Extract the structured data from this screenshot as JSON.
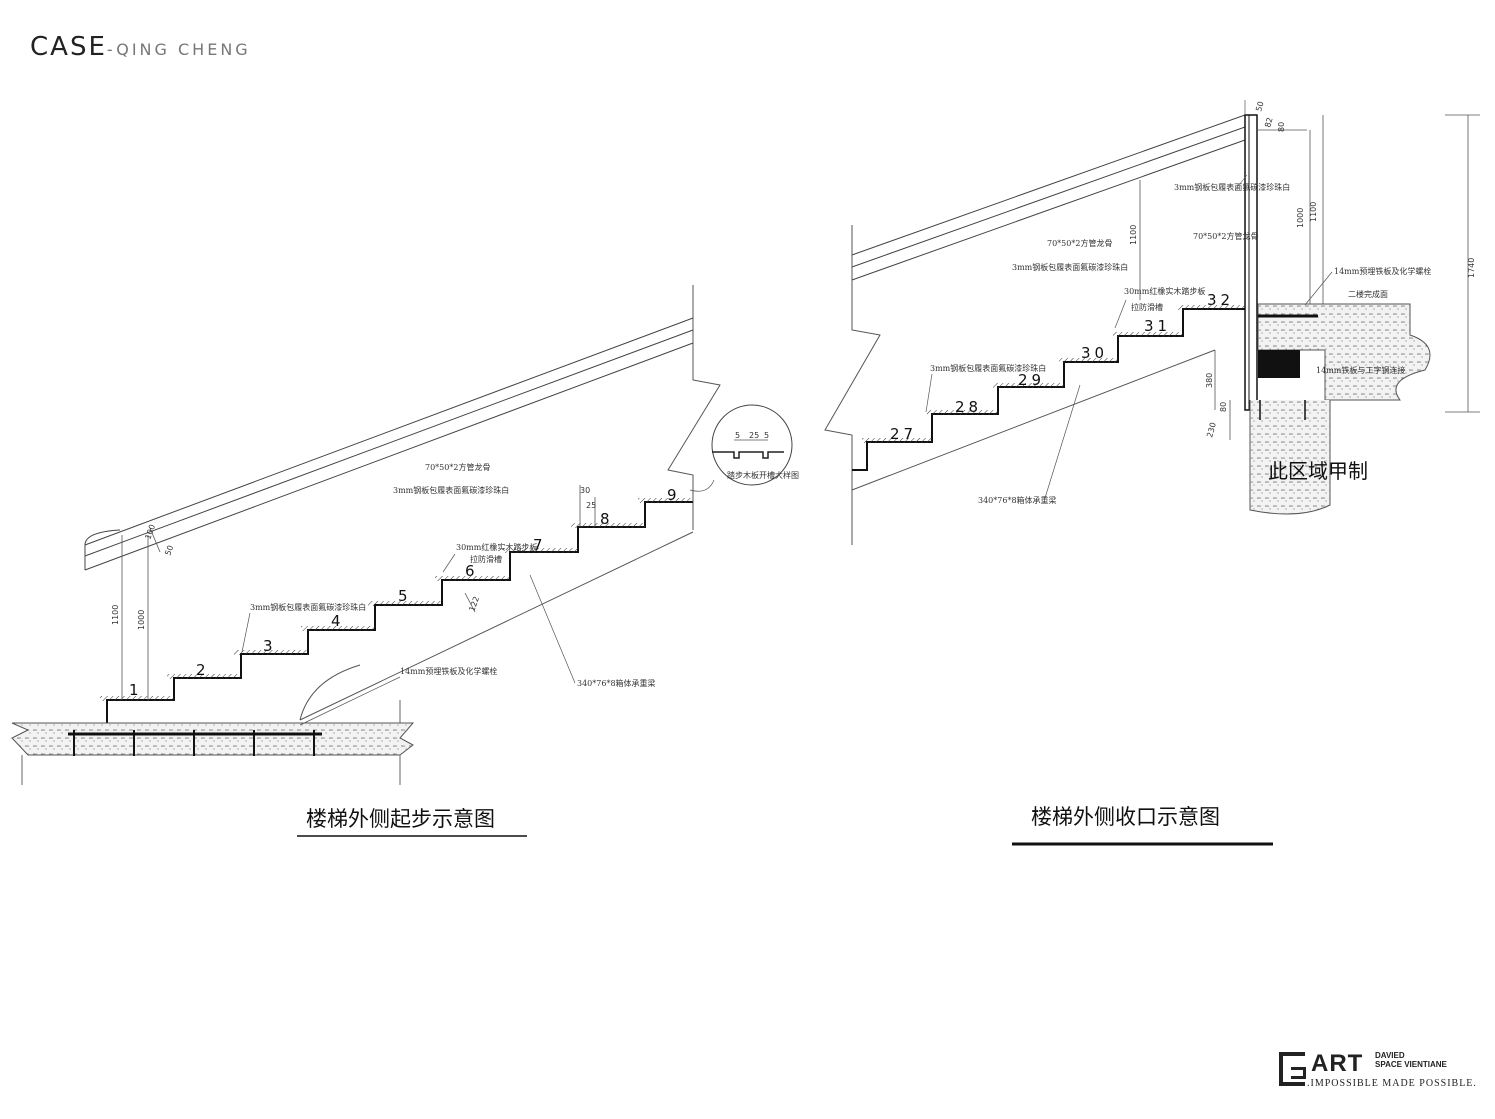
{
  "header": {
    "brand_main": "CASE",
    "brand_sub": "-QING CHENG"
  },
  "left": {
    "caption": "楼梯外侧起步示意图",
    "notes": {
      "tube": "70*50*2方管龙骨",
      "steel_upper": "3mm钢板包履表面氟碳漆珍珠白",
      "wood_tread": "30mm红橡实木踏步板",
      "anti_slip": "拉防滑槽",
      "steel_lower": "3mm钢板包履表面氟碳漆珍珠白",
      "bolt": "14mm预埋铁板及化学螺栓",
      "beam": "340*76*8箱体承重梁",
      "detail": "踏步木板开槽大样图"
    },
    "step_numbers": [
      "1",
      "2",
      "3",
      "4",
      "5",
      "6",
      "7",
      "8",
      "9"
    ],
    "dims": {
      "h1100": "1100",
      "h1000": "1000",
      "d100": "100",
      "d50": "50",
      "d30": "30",
      "d25": "25",
      "d122": "122",
      "det5a": "5",
      "det25": "25",
      "det5b": "5"
    }
  },
  "right": {
    "caption": "楼梯外侧收口示意图",
    "notes": {
      "tube": "70*50*2方管龙骨",
      "steel_upper": "3mm钢板包履表面氟碳漆珍珠白",
      "wood_tread": "30mm红橡实木踏步板",
      "anti_slip": "拉防滑槽",
      "steel_lower": "3mm钢板包履表面氟碳漆珍珠白",
      "beam": "340*76*8箱体承重梁",
      "bolt": "14mm预埋铁板及化学螺栓",
      "floor": "二楼完成面",
      "plate": "14mm铁板与工字钢连接",
      "steel_small": "3mm钢板包履表面氟碳漆珍珠白",
      "tube_small": "70*50*2方管龙骨",
      "zone": "此区域甲制"
    },
    "step_numbers": [
      "27",
      "28",
      "29",
      "30",
      "31",
      "32"
    ],
    "dims": {
      "h1100": "1100",
      "h1000": "1000",
      "h1100b": "1100",
      "h1740": "1740",
      "d50": "50",
      "d80": "80",
      "d82": "82",
      "d380": "380",
      "d80b": "80",
      "d230": "230"
    }
  },
  "logo": {
    "art": "ART",
    "line1": "DAVIED",
    "line2": "SPACE VIENTIANE",
    "tagline": ".IMPOSSIBLE MADE POSSIBLE."
  }
}
